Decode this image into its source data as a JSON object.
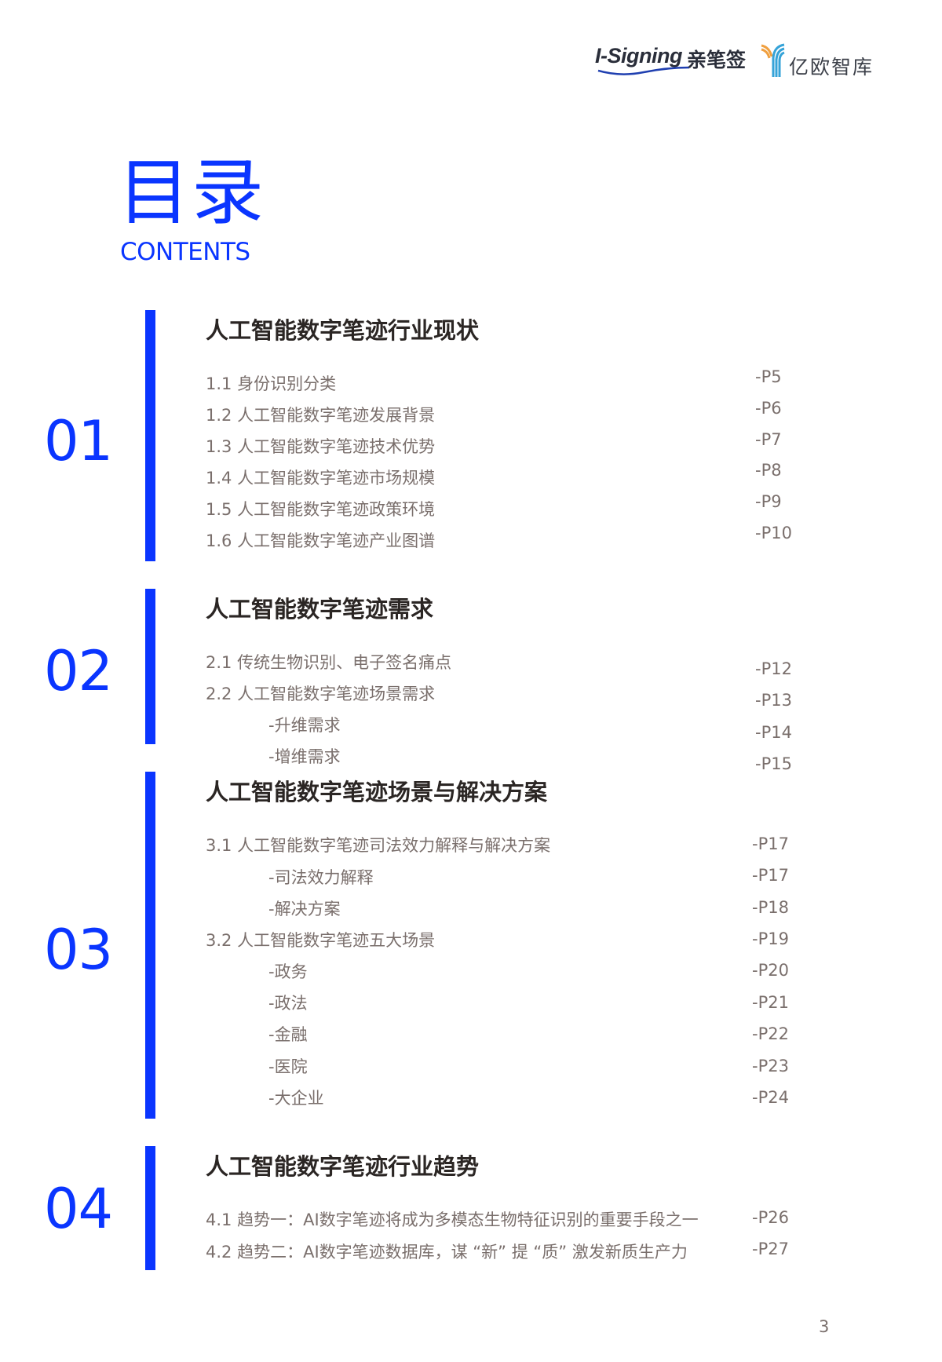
{
  "header": {
    "logo_isigning_text": "I-Signing",
    "logo_isigning_cn": "亲笔签",
    "logo_yiou_cn": "亿欧智库"
  },
  "title": {
    "cn": "目录",
    "en": "CONTENTS"
  },
  "colors": {
    "accent": "#0a35ff",
    "heading": "#2b2624",
    "entry": "#7a6f6c"
  },
  "sections": [
    {
      "number": "01",
      "heading": "人工智能数字笔迹行业现状",
      "entries": [
        {
          "label": "1.1 身份识别分类",
          "page": "-P5"
        },
        {
          "label": "1.2 人工智能数字笔迹发展背景",
          "page": "-P6"
        },
        {
          "label": "1.3 人工智能数字笔迹技术优势",
          "page": "-P7"
        },
        {
          "label": "1.4 人工智能数字笔迹市场规模",
          "page": "-P8"
        },
        {
          "label": "1.5 人工智能数字笔迹政策环境",
          "page": "-P9"
        },
        {
          "label": "1.6 人工智能数字笔迹产业图谱",
          "page": "-P10"
        }
      ]
    },
    {
      "number": "02",
      "heading": "人工智能数字笔迹需求",
      "entries": [
        {
          "label": "2.1 传统生物识别、电子签名痛点",
          "page": "-P12"
        },
        {
          "label": "2.2 人工智能数字笔迹场景需求",
          "page": "-P13"
        },
        {
          "label": "-升维需求",
          "page": "-P14"
        },
        {
          "label": "-增维需求",
          "page": "-P15"
        }
      ]
    },
    {
      "number": "03",
      "heading": "人工智能数字笔迹场景与解决方案",
      "entries": [
        {
          "label": "3.1 人工智能数字笔迹司法效力解释与解决方案",
          "page": "-P17"
        },
        {
          "label": "-司法效力解释",
          "page": "-P17"
        },
        {
          "label": "-解决方案",
          "page": "-P18"
        },
        {
          "label": "3.2 人工智能数字笔迹五大场景",
          "page": "-P19"
        },
        {
          "label": "-政务",
          "page": "-P20"
        },
        {
          "label": "-政法",
          "page": "-P21"
        },
        {
          "label": "-金融",
          "page": "-P22"
        },
        {
          "label": "-医院",
          "page": "-P23"
        },
        {
          "label": "-大企业",
          "page": "-P24"
        }
      ]
    },
    {
      "number": "04",
      "heading": "人工智能数字笔迹行业趋势",
      "entries": [
        {
          "label": "4.1  趋势一：AI数字笔迹将成为多模态生物特征识别的重要手段之一",
          "page": "-P26"
        },
        {
          "label": "4.2  趋势二：AI数字笔迹数据库，谋 “新” 提 “质” 激发新质生产力",
          "page": "-P27"
        }
      ]
    }
  ],
  "footer": {
    "page_number": "3"
  }
}
